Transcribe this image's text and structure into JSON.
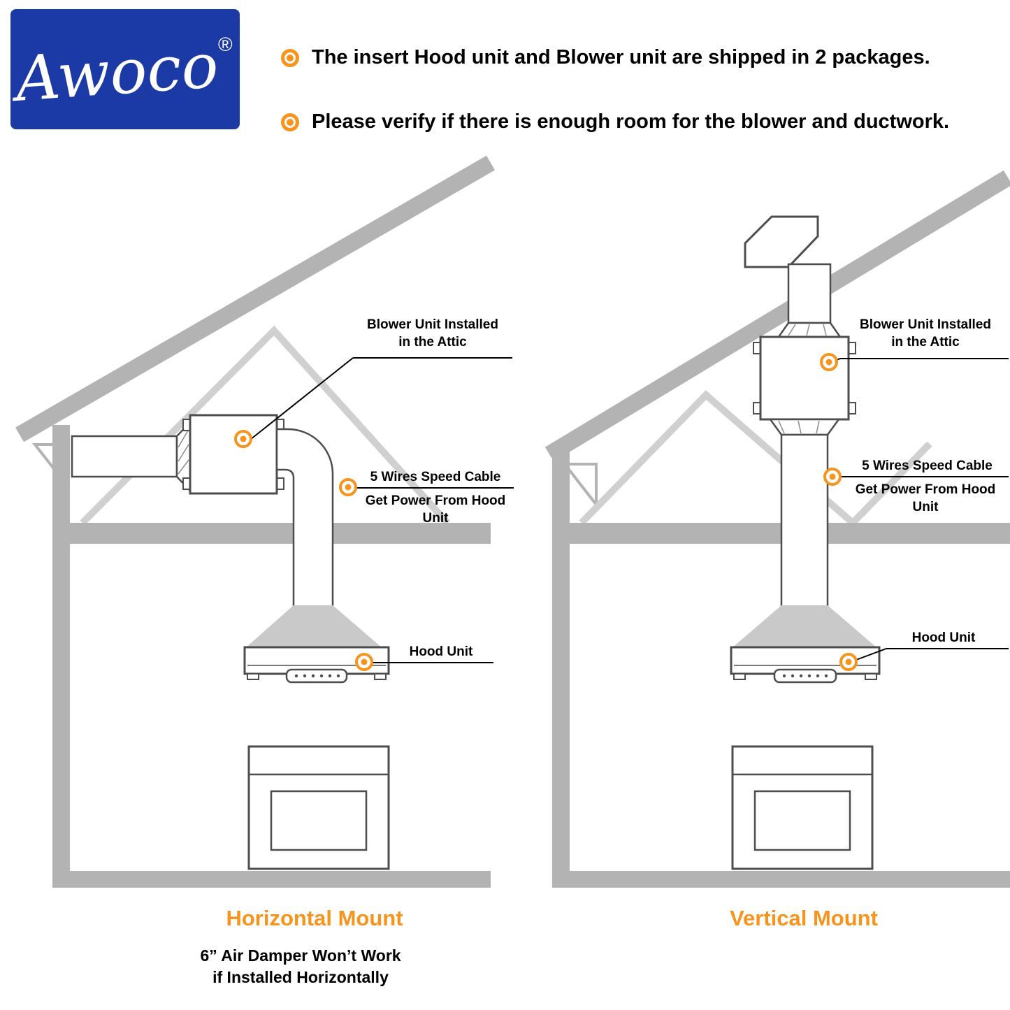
{
  "logo": {
    "name": "Awoco",
    "registered": "®"
  },
  "notes": [
    {
      "text": "The insert Hood unit and Blower unit are shipped in 2 packages."
    },
    {
      "text": "Please verify if there is enough room for the blower and ductwork."
    }
  ],
  "diagrams": {
    "left": {
      "caption": "Horizontal Mount",
      "warning_line1": "6” Air Damper Won’t Work",
      "warning_line2": "if Installed Horizontally",
      "labels": {
        "blower_line1": "Blower Unit Installed",
        "blower_line2": "in the Attic",
        "cable_line1": "5 Wires Speed Cable",
        "cable_line2": "Get Power From Hood Unit",
        "hood": "Hood Unit"
      }
    },
    "right": {
      "caption": "Vertical Mount",
      "labels": {
        "blower_line1": "Blower Unit Installed",
        "blower_line2": "in the Attic",
        "cable_line1": "5 Wires Speed Cable",
        "cable_line2": "Get Power From Hood Unit",
        "hood": "Hood Unit"
      }
    }
  },
  "icons": {
    "note_bullet": "bullseye",
    "callout_marker": "bullseye"
  },
  "colors": {
    "brand_blue": "#1c3aa5",
    "accent_orange": "#F7941E",
    "structure_gray": "#b3b3b3",
    "truss_gray": "#d0d0d0",
    "equipment_line": "#4d4d4d",
    "hood_flare_gray": "#c9c9c9"
  }
}
